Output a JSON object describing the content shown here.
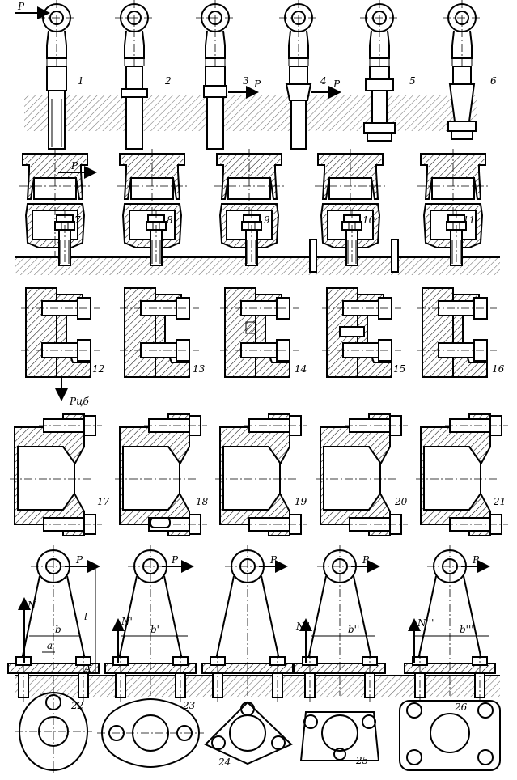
{
  "labels": {
    "f1": "1",
    "f2": "2",
    "f3": "3",
    "f4": "4",
    "f5": "5",
    "f6": "6",
    "f7": "7",
    "f8": "8",
    "f9": "9",
    "f10": "10",
    "f11": "11",
    "f12": "12",
    "f13": "13",
    "f14": "14",
    "f15": "15",
    "f16": "16",
    "f17": "17",
    "f18": "18",
    "f19": "19",
    "f20": "20",
    "f21": "21",
    "f22": "22",
    "f23": "23",
    "f24": "24",
    "f25": "25",
    "f26": "26"
  },
  "forces": {
    "p1": "P",
    "p3": "P",
    "p4": "P",
    "p7": "P",
    "p_cut": "Pцб",
    "p22": "P",
    "p23": "P",
    "p24": "P",
    "p25": "P",
    "p26": "P"
  },
  "dims": {
    "b": "b",
    "a": "a",
    "l": "l",
    "A": "A",
    "N": "N",
    "b1": "b'",
    "N1": "N'",
    "b2": "b''",
    "N2": "N''",
    "b3": "b'''",
    "N3": "N'''"
  }
}
